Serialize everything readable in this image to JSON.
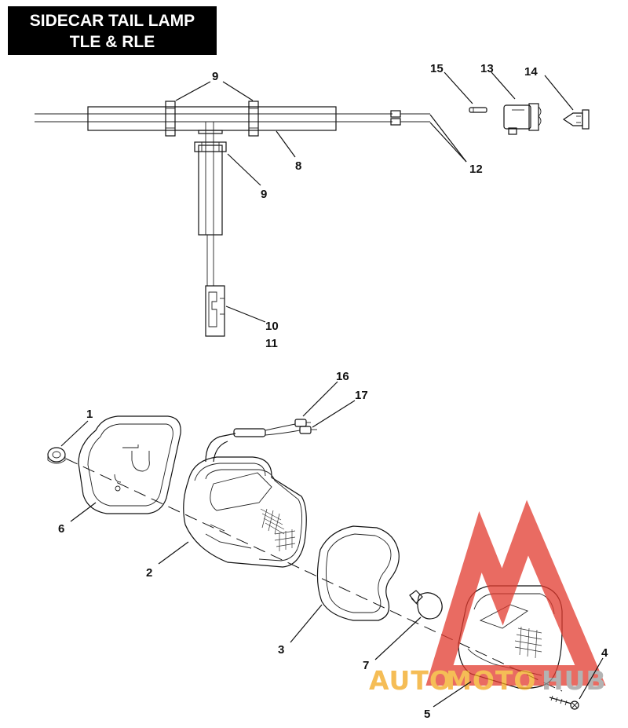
{
  "title": {
    "line1": "SIDECAR TAIL LAMP",
    "line2": "TLE & RLE"
  },
  "callouts": {
    "c1": "1",
    "c2": "2",
    "c3": "3",
    "c4": "4",
    "c5": "5",
    "c6": "6",
    "c7": "7",
    "c8": "8",
    "c9a": "9",
    "c9b": "9",
    "c10": "10",
    "c11": "11",
    "c12": "12",
    "c13": "13",
    "c14": "14",
    "c15": "15",
    "c16": "16",
    "c17": "17"
  },
  "watermark": {
    "part1": "AUTO",
    "part2": "MOTO",
    "part3": "HUB"
  },
  "colors": {
    "watermark_red": "#e23a2e",
    "watermark_orange": "#f2a81e",
    "watermark_gray": "#9a9a9a",
    "ink": "#111111"
  }
}
